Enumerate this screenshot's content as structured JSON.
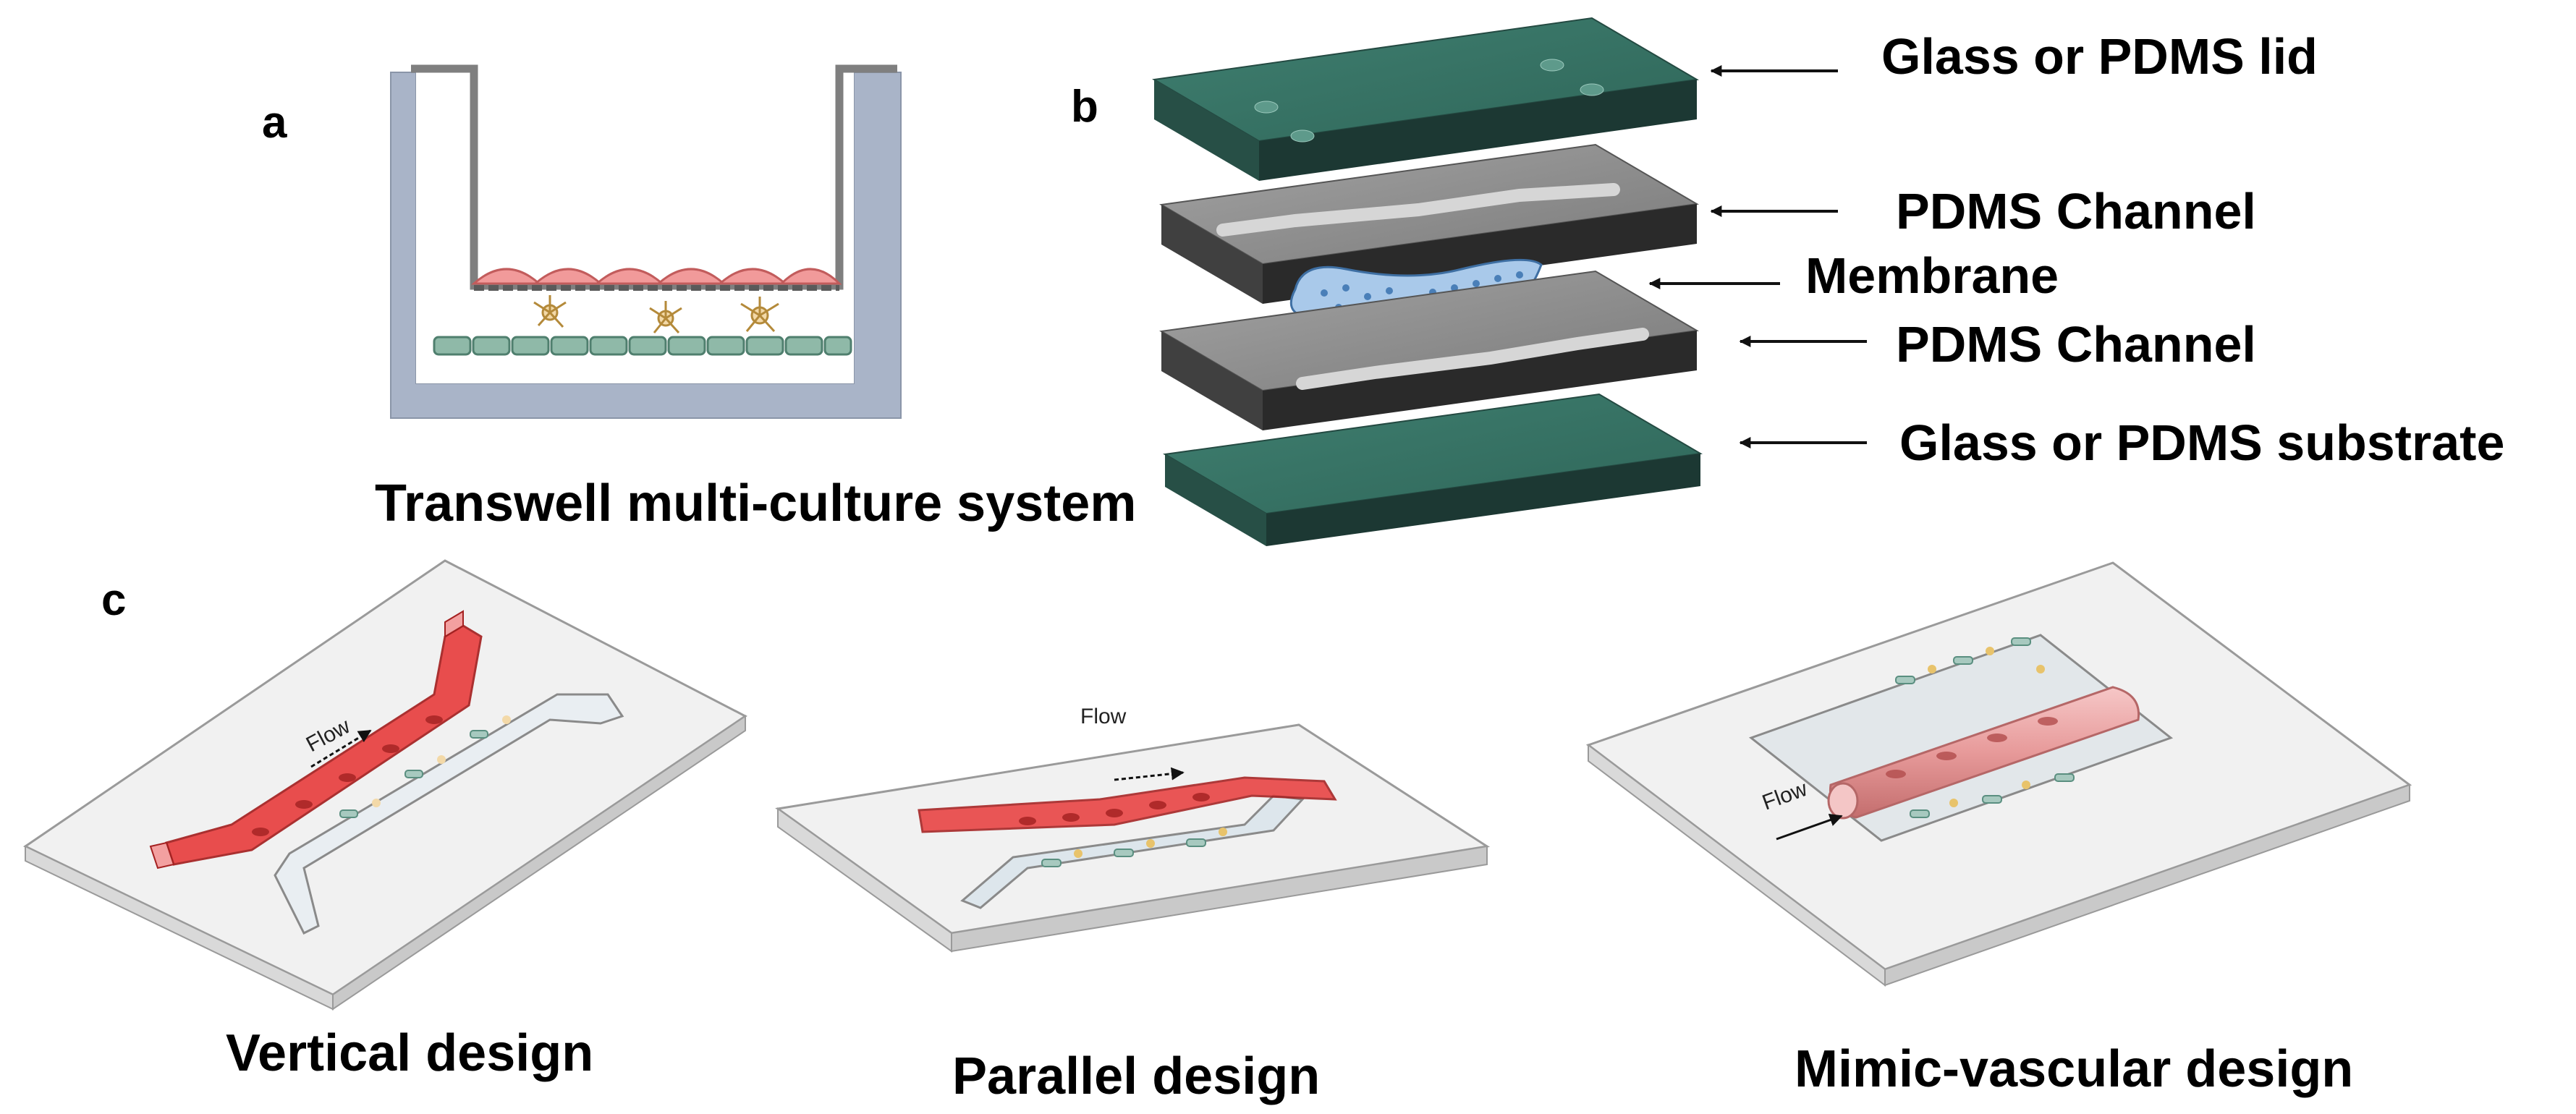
{
  "panels": {
    "a": {
      "letter": "a",
      "caption": "Transwell multi-culture system"
    },
    "b": {
      "letter": "b",
      "layers": [
        "Glass or PDMS lid",
        "PDMS Channel",
        "Membrane",
        "PDMS Channel",
        "Glass or PDMS substrate"
      ]
    },
    "c": {
      "letter": "c",
      "designs": [
        {
          "caption": "Vertical design",
          "flow_label": "Flow"
        },
        {
          "caption": "Parallel design",
          "flow_label": "Flow"
        },
        {
          "caption": "Mimic-vascular design",
          "flow_label": "Flow"
        }
      ]
    }
  },
  "colors": {
    "transwell_wall": "#a9b4c8",
    "insert": "#7f7f7f",
    "endothelial_cells": "#f19a9a",
    "bottom_cells": "#8fb9a8",
    "glass_teal": "#3d7d6e",
    "glass_teal_dark": "#244a42",
    "pdms_gray": "#8e8e8e",
    "pdms_dark": "#3a3a3a",
    "membrane": "#a9c9ea",
    "red_channel": "#e84040",
    "chip_outline": "#9a9a9a"
  }
}
